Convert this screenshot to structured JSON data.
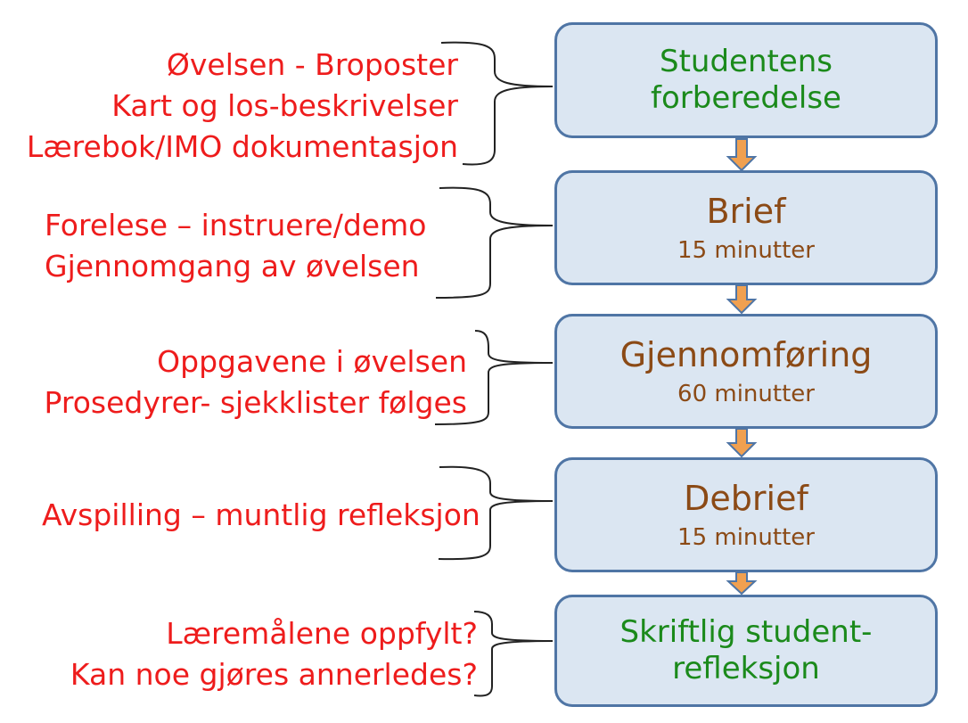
{
  "colors": {
    "box_fill": "#dbe6f2",
    "box_border": "#4f75a5",
    "arrow": "#f0a050",
    "green_text": "#1b8a1b",
    "brown_text": "#8b4a16",
    "red_text": "#ee1c1c"
  },
  "steps": [
    {
      "title": "Studentens forberedelse",
      "duration": "",
      "color": "green"
    },
    {
      "title": "Brief",
      "duration": "15 minutter",
      "color": "brown"
    },
    {
      "title": "Gjennomføring",
      "duration": "60 minutter",
      "color": "brown"
    },
    {
      "title": "Debrief",
      "duration": "15 minutter",
      "color": "brown"
    },
    {
      "title": "Skriftlig student-refleksjon",
      "duration": "",
      "color": "green"
    }
  ],
  "notes": [
    [
      "Øvelsen - Broposter",
      "Kart og los-beskrivelser",
      "Lærebok/IMO dokumentasjon"
    ],
    [
      "Forelese – instruere/demo",
      "Gjennomgang av øvelsen"
    ],
    [
      "Oppgavene i øvelsen",
      "Prosedyrer- sjekklister følges"
    ],
    [
      "Avspilling – muntlig refleksjon"
    ],
    [
      "Læremålene oppfylt?",
      "Kan noe gjøres annerledes?"
    ]
  ]
}
